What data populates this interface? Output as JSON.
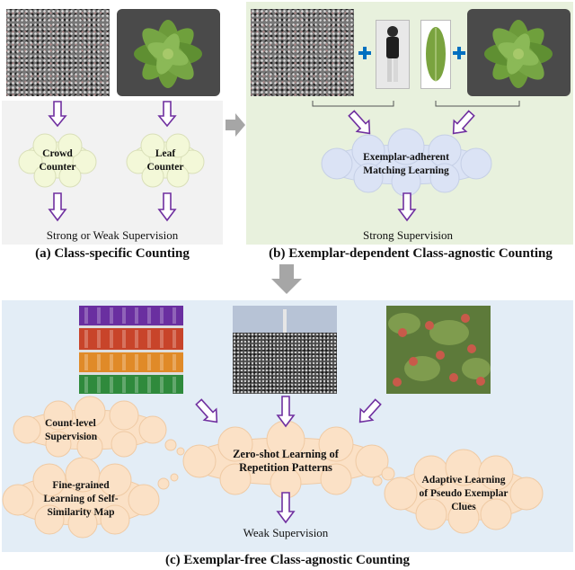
{
  "panel_a": {
    "caption": "(a) Class-specific Counting",
    "crowd_counter": [
      "Crowd",
      "Counter"
    ],
    "leaf_counter": [
      "Leaf",
      "Counter"
    ],
    "supervision": "Strong or Weak Supervision"
  },
  "panel_b": {
    "caption": "(b) Exemplar-dependent Class-agnostic Counting",
    "matching": [
      "Exemplar-adherent",
      "Matching Learning"
    ],
    "supervision": "Strong Supervision"
  },
  "panel_c": {
    "caption": "(c) Exemplar-free Class-agnostic Counting",
    "count_level": [
      "Count-level",
      "Supervision"
    ],
    "fine_grained": [
      "Fine-grained",
      "Learning of Self-",
      "Similarity Map"
    ],
    "zero_shot": [
      "Zero-shot Learning of",
      "Repetition Patterns"
    ],
    "adaptive": [
      "Adaptive Learning",
      "of Pseudo Exemplar",
      "Clues"
    ],
    "supervision": "Weak Supervision"
  },
  "colors": {
    "panel_a_bg": "#f2f2f2",
    "panel_b_bg": "#e8f1dd",
    "panel_c_bg": "#e3edf6",
    "arrow_purple": "#7030a0",
    "plus_blue": "#0070c0",
    "cloud_a": "#f3f8d8",
    "cloud_b": "#dbe3f5",
    "cloud_c": "#fbe1c6"
  }
}
